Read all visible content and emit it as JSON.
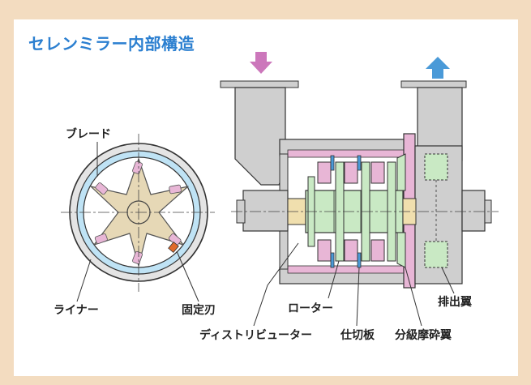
{
  "title": "セレンミラー内部構造",
  "labels": {
    "blade": "ブレード",
    "liner": "ライナー",
    "fixed_blade": "固定刃",
    "distributor": "ディストリビューター",
    "rotor": "ローター",
    "partition": "仕切板",
    "classifier": "分級摩砕翼",
    "exhaust_vane": "排出翼"
  },
  "colors": {
    "title": "#2b7fd0",
    "frame_bg": "#f3dcc0",
    "housing": "#cfcfcf",
    "liner": "#bfe3f5",
    "blade": "#e6d8b6",
    "rotor": "#c9e9c4",
    "pink": "#e8b6d6",
    "inlet_arrow": "#cc77bb",
    "outlet_arrow": "#4a9ad8"
  },
  "icons": {
    "inlet": "arrow-down-icon",
    "outlet": "arrow-up-icon"
  }
}
